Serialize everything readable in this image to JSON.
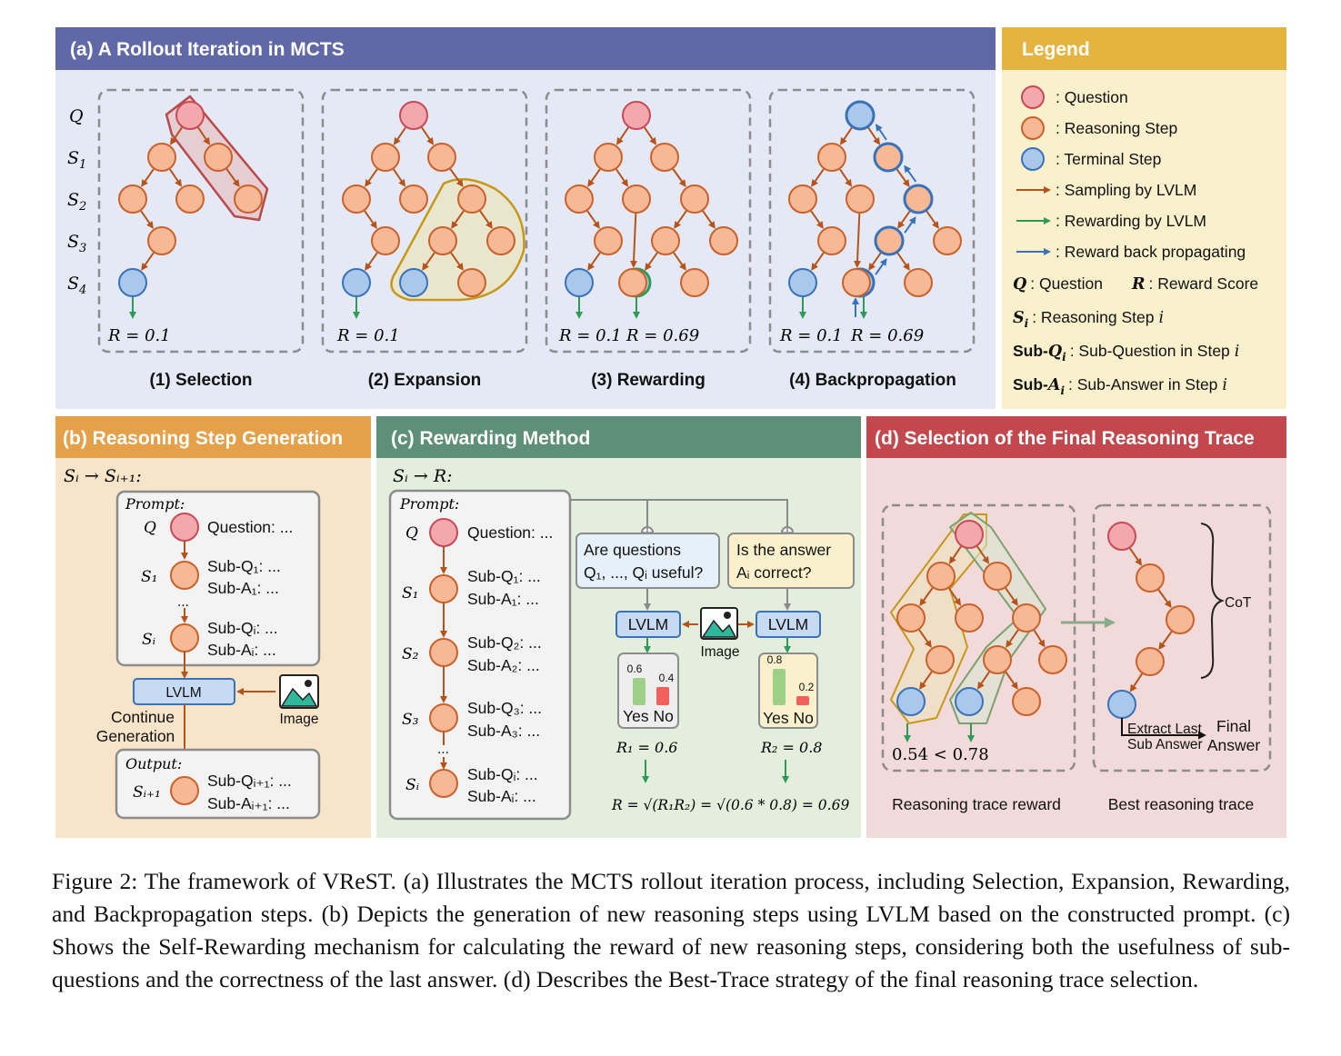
{
  "panel_a": {
    "title": "(a) A Rollout Iteration in MCTS",
    "row_labels": [
      "Q",
      "S",
      "S",
      "S",
      "S"
    ],
    "row_subs": [
      "",
      "1",
      "2",
      "3",
      "4"
    ],
    "steps": [
      "(1) Selection",
      "(2) Expansion",
      "(3) Rewarding",
      "(4) Backpropagation"
    ],
    "reward_low": "R = 0.1",
    "reward_high": "R = 0.69"
  },
  "legend": {
    "title": "Legend",
    "question": ": Question",
    "reasoning_step": ": Reasoning Step",
    "terminal_step": ": Terminal Step",
    "sampling": ": Sampling by LVLM",
    "rewarding": ": Rewarding by LVLM",
    "backprop": ": Reward back propagating",
    "q_sym": "Q",
    "q_def": ": Question",
    "r_sym": "R",
    "r_def": ": Reward Score",
    "s_sym": "S",
    "s_sub": "i",
    "s_def": ": Reasoning Step",
    "s_var": "i",
    "subq_sym": "Sub-Q",
    "subq_sub": "i",
    "subq_def": ": Sub-Question in Step",
    "subq_var": "i",
    "suba_sym": "Sub-A",
    "suba_sub": "i",
    "suba_def": ": Sub-Answer in Step",
    "suba_var": "i"
  },
  "panel_b": {
    "title": "(b) Reasoning Step Generation",
    "formula": "Sᵢ → Sᵢ₊₁:",
    "prompt": "Prompt:",
    "q_label": "Q",
    "question": "Question: ...",
    "s1": "S₁",
    "subq1": "Sub-Q₁: ...",
    "suba1": "Sub-A₁: ...",
    "dots": "...",
    "si": "Sᵢ",
    "subqi": "Sub-Qᵢ: ...",
    "subai": "Sub-Aᵢ: ...",
    "lvlm": "LVLM",
    "continue_1": "Continue",
    "continue_2": "Generation",
    "image": "Image",
    "output": "Output:",
    "si1": "Sᵢ₊₁",
    "subqi1": "Sub-Qᵢ₊₁: ...",
    "subai1": "Sub-Aᵢ₊₁: ..."
  },
  "panel_c": {
    "title": "(c) Rewarding Method",
    "formula": "Sᵢ → R:",
    "prompt": "Prompt:",
    "q_label": "Q",
    "question": "Question: ...",
    "s1": "S₁",
    "subq1": "Sub-Q₁: ...",
    "suba1": "Sub-A₁: ...",
    "s2": "S₂",
    "subq2": "Sub-Q₂: ...",
    "suba2": "Sub-A₂: ...",
    "s3": "S₃",
    "subq3": "Sub-Q₃: ...",
    "suba3": "Sub-A₃: ...",
    "dots": "...",
    "si": "Sᵢ",
    "subqi": "Sub-Qᵢ: ...",
    "subai": "Sub-Aᵢ: ...",
    "q1_line1": "Are questions",
    "q1_line2": "Q₁, ..., Qᵢ  useful?",
    "q2_line1": "Is the answer",
    "q2_line2": "Aᵢ correct?",
    "lvlm": "LVLM",
    "image": "Image",
    "yes_no": "Yes No",
    "r1": "R₁ = 0.6",
    "r2": "R₂ = 0.8",
    "final": "R = √(R₁R₂) = √(0.6 * 0.8) = 0.69"
  },
  "panel_d": {
    "title": "(d) Selection of the Final Reasoning Trace",
    "compare": "0.54  <  0.78",
    "cot": "CoT",
    "extract_1": "Extract Last",
    "extract_2": "Sub Answer",
    "final_1": "Final",
    "final_2": "Answer",
    "label_left": "Reasoning trace reward",
    "label_right": "Best reasoning trace"
  },
  "chart_data": [
    {
      "type": "bar",
      "categories": [
        "Yes",
        "No"
      ],
      "values": [
        0.6,
        0.4
      ],
      "ylim": [
        0,
        1
      ]
    },
    {
      "type": "bar",
      "categories": [
        "Yes",
        "No"
      ],
      "values": [
        0.8,
        0.2
      ],
      "ylim": [
        0,
        1
      ]
    }
  ],
  "caption": "Figure 2: The framework of VReST. (a) Illustrates the MCTS rollout iteration process, including Selection, Expansion, Rewarding, and Backpropagation steps. (b) Depicts the generation of new reasoning steps using LVLM based on the constructed prompt. (c) Shows the Self-Rewarding mechanism for calculating the reward of new reasoning steps, considering both the usefulness of sub-questions and the correctness of the last answer. (d) Describes the Best-Trace strategy of the final reasoning trace selection.",
  "colors": {
    "question": "#f2a8ad",
    "step": "#f7b896",
    "terminal": "#a9c8ec",
    "header_a": "#6068a8",
    "header_legend": "#e5b340",
    "header_b": "#e5a04a",
    "header_c": "#5e8f78",
    "header_d": "#c2484e"
  }
}
